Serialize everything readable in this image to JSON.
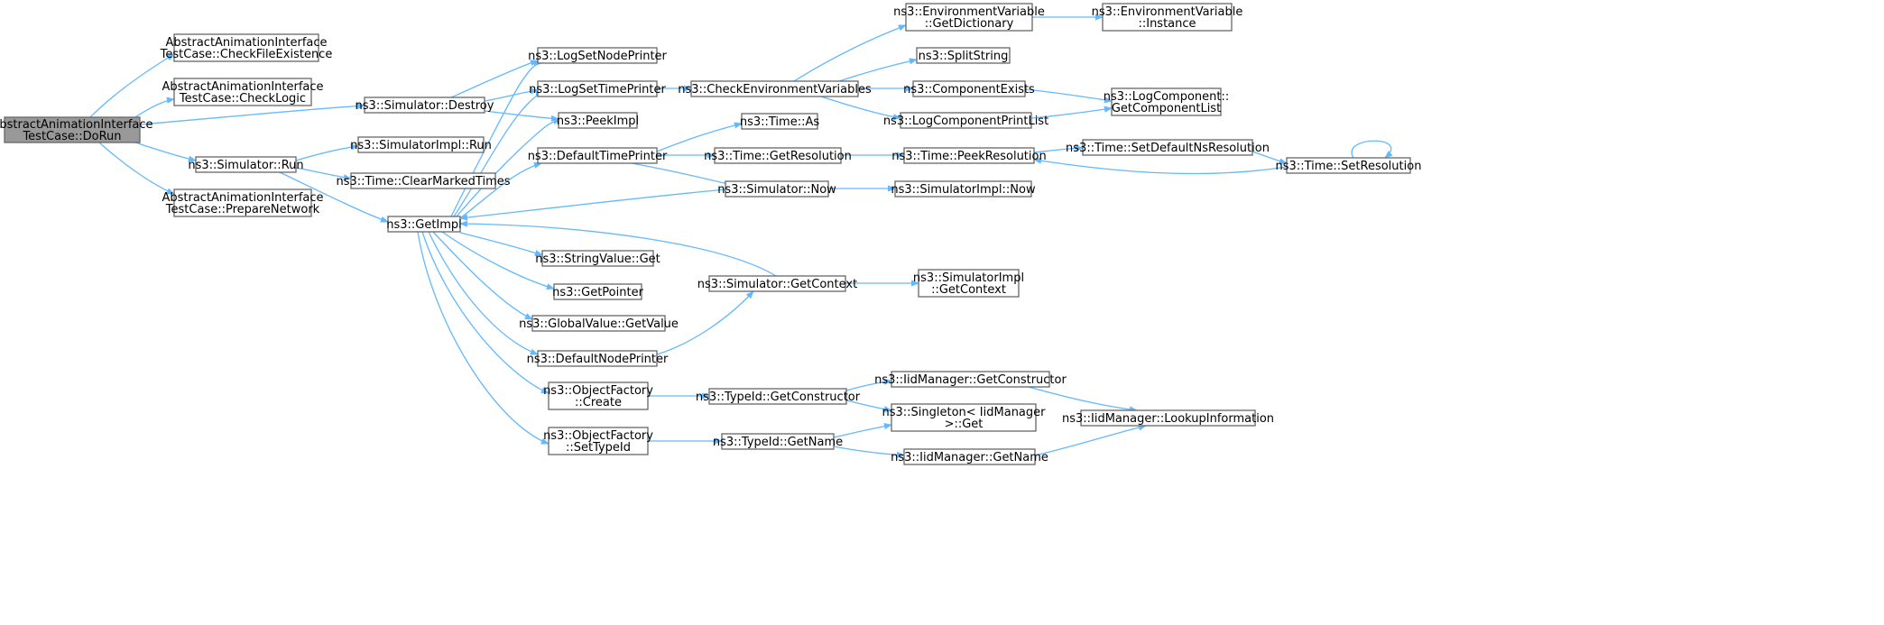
{
  "nodes": {
    "root": [
      "AbstractAnimationInterface",
      "TestCase::DoRun"
    ],
    "checkFile": [
      "AbstractAnimationInterface",
      "TestCase::CheckFileExistence"
    ],
    "checkLogic": [
      "AbstractAnimationInterface",
      "TestCase::CheckLogic"
    ],
    "prepareNet": [
      "AbstractAnimationInterface",
      "TestCase::PrepareNetwork"
    ],
    "simDestroy": [
      "ns3::Simulator::Destroy"
    ],
    "simRun": [
      "ns3::Simulator::Run"
    ],
    "simImplRun": [
      "ns3::SimulatorImpl::Run"
    ],
    "clearMarked": [
      "ns3::Time::ClearMarkedTimes"
    ],
    "getImpl": [
      "ns3::GetImpl"
    ],
    "logSetNode": [
      "ns3::LogSetNodePrinter"
    ],
    "logSetTime": [
      "ns3::LogSetTimePrinter"
    ],
    "peekImpl": [
      "ns3::PeekImpl"
    ],
    "defTimePrinter": [
      "ns3::DefaultTimePrinter"
    ],
    "strValGet": [
      "ns3::StringValue::Get"
    ],
    "getPointer": [
      "ns3::GetPointer"
    ],
    "globalGet": [
      "ns3::GlobalValue::GetValue"
    ],
    "defNodePrinter": [
      "ns3::DefaultNodePrinter"
    ],
    "objCreate": [
      "ns3::ObjectFactory",
      "::Create"
    ],
    "objSetType": [
      "ns3::ObjectFactory",
      "::SetTypeId"
    ],
    "checkEnv": [
      "ns3::CheckEnvironmentVariables"
    ],
    "envGetDict": [
      "ns3::EnvironmentVariable",
      "::GetDictionary"
    ],
    "envInstance": [
      "ns3::EnvironmentVariable",
      "::Instance"
    ],
    "splitString": [
      "ns3::SplitString"
    ],
    "compExists": [
      "ns3::ComponentExists"
    ],
    "logCompPrint": [
      "ns3::LogComponentPrintList"
    ],
    "logCompGetList": [
      "ns3::LogComponent::",
      "GetComponentList"
    ],
    "timeAs": [
      "ns3::Time::As"
    ],
    "timeGetRes": [
      "ns3::Time::GetResolution"
    ],
    "timePeekRes": [
      "ns3::Time::PeekResolution"
    ],
    "timeSetDefNs": [
      "ns3::Time::SetDefaultNsResolution"
    ],
    "timeSetRes": [
      "ns3::Time::SetResolution"
    ],
    "simNow": [
      "ns3::Simulator::Now"
    ],
    "simImplNow": [
      "ns3::SimulatorImpl::Now"
    ],
    "simGetCtx": [
      "ns3::Simulator::GetContext"
    ],
    "simImplGetCtx": [
      "ns3::SimulatorImpl",
      "::GetContext"
    ],
    "typeGetCtor": [
      "ns3::TypeId::GetConstructor"
    ],
    "typeGetName": [
      "ns3::TypeId::GetName"
    ],
    "iidGetCtor": [
      "ns3::IidManager::GetConstructor"
    ],
    "singletonGet": [
      "ns3::Singleton< IidManager",
      ">::Get"
    ],
    "iidGetName": [
      "ns3::IidManager::GetName"
    ],
    "iidLookup": [
      "ns3::IidManager::LookupInformation"
    ]
  },
  "colors": {
    "edge": "#63b8ff",
    "node_border": "#666666",
    "root_fill": "#999999",
    "node_fill": "#ffffff"
  }
}
